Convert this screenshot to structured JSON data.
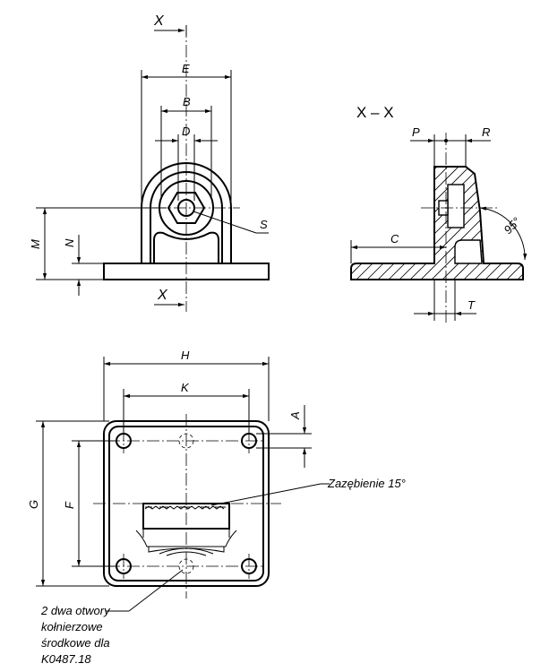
{
  "section_marker": "X",
  "section_title": "X – X",
  "dims": {
    "A": "A",
    "B": "B",
    "C": "C",
    "D": "D",
    "E": "E",
    "F": "F",
    "G": "G",
    "H": "H",
    "K": "K",
    "M": "M",
    "N": "N",
    "P": "P",
    "R": "R",
    "S": "S",
    "T": "T"
  },
  "angle": "95°",
  "note_serration": "Zazębienie 15°",
  "note_holes": [
    "2 dwa otwory",
    "kołnierzowe",
    "środkowe dla",
    "K0487.18"
  ]
}
